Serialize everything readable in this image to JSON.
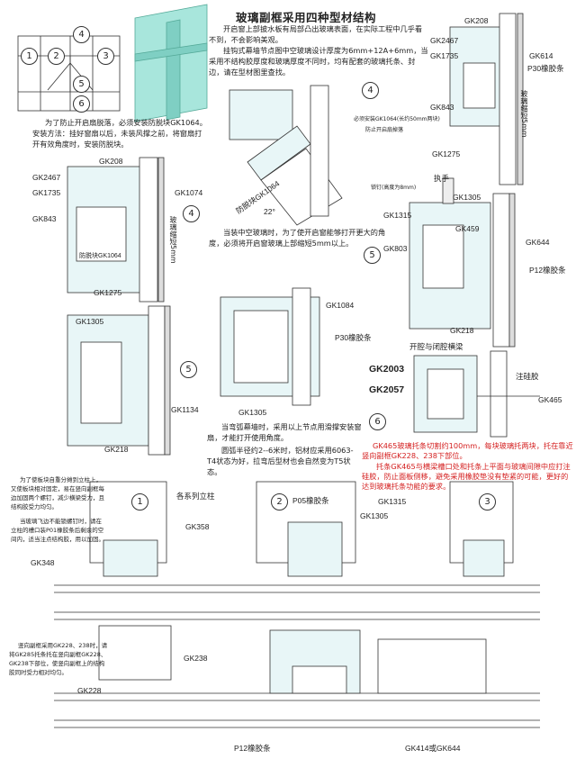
{
  "title": "玻璃副框采用四种型材结构",
  "notes": {
    "top_1": "开启窗上部披水板有局部凸出玻璃表面，在实际工程中几乎看不到，不会影响美观。",
    "top_2": "挂钩式幕墙节点图中空玻璃设计厚度为6mm+12A+6mm，当采用不结构胶厚度和玻璃厚度不同时，均有配套的玻璃托条、封边，请在型材图里查找。",
    "anti_drop": "为了防止开启扇脱落，必须安装防脱块GK1064。安装方法：挂好窗扇以后，未装风撑之前，将窗扇打开有效角度时，安装防脱块。",
    "glass_shorten": "当装中空玻璃时，为了使开启窗能够打开更大的角度，必须将开启窗玻璃上部缩短5mm以上。",
    "arc_wall": "当弯弧幕墙时，采用以上节点用滑撑安装窗扇，才能打开使用角度。",
    "arc_radius": "圆弧半径约2--6米时，铝材应采用6063-T4状态为好，拉弯后型材也会自然变为T5状态。",
    "gk465_1": "GK465玻璃托条切割约100mm，每块玻璃托两块，托在靠近竖向副框GK228、238下部位。",
    "gk465_2": "托条GK465与横梁槽口处和托条上平面与玻璃间隙中应打注硅胶，防止面板侧移，避免采用橡胶垫没有垫紧的可能，更好的达到玻璃托条功能的要求。",
    "board_weight": "为了使板块自重分摊到立柱上，又使板块相对固定，易在竖向副框每边加固两个螺钉，减少横梁受力，且结构胶受力均匀。",
    "no_screw": "当玻璃飞边不能锁螺钉时，请在立柱的槽口装P01橡胶条后剩余的空间内，适当注点结构胶，用以加固。",
    "vertical_frame": "竖向副框采用GK228、238时，请将GK285托条托在竖向副框GK228、GK238下部位，使竖向副框上的结构胶同时受力相对均匀。",
    "must_install": "必须安装GK1064(长约50mm两块)",
    "prevent_fall": "防止开启扇掉落",
    "lock_pin": "锁钉(高度为8mm)"
  },
  "labels": {
    "gk208_a": "GK208",
    "gk2467_a": "GK2467",
    "gk1735_a": "GK1735",
    "gk614": "GK614",
    "p30_a": "P30橡胶条",
    "gk843_a": "GK843",
    "gk1275_a": "GK1275",
    "shorten_a": "玻璃缩短5mm",
    "gk208_b": "GK208",
    "gk2467_b": "GK2467",
    "gk1735_b": "GK1735",
    "gk1074": "GK1074",
    "gk843_b": "GK843",
    "shorten_b": "玻璃缩短5mm",
    "antidrop_b": "防脱块GK1064",
    "gk1275_b": "GK1275",
    "antidrop_c": "防脱块GK1064",
    "angle": "22°",
    "handle": "执手",
    "gk1305_a": "GK1305",
    "gk1315_a": "GK1315",
    "gk459": "GK459",
    "gk803": "GK803",
    "gk644": "GK644",
    "p12_a": "P12橡胶条",
    "gk218_a": "GK218",
    "beam": "开腔与闭腔横梁",
    "gk2003": "GK2003",
    "gk2057": "GK2057",
    "silicone": "注硅胶",
    "gk465": "GK465",
    "gk1084": "GK1084",
    "p30_b": "P30橡胶条",
    "gk1305_b": "GK1305",
    "gk1305_c": "GK1305",
    "gk1134": "GK1134",
    "gk218_b": "GK218",
    "mullion": "各系列立柱",
    "gk358": "GK358",
    "gk348": "GK348",
    "p05": "P05橡胶条",
    "gk1315_b": "GK1315",
    "gk1305_d": "GK1305",
    "gk228": "GK228",
    "gk238": "GK238",
    "p12_b": "P12橡胶条",
    "gk414": "GK414或GK644"
  },
  "circles": {
    "c1": "1",
    "c2": "2",
    "c3": "3",
    "c4": "4",
    "c5": "5",
    "c6": "6",
    "d4a": "4",
    "d4b": "4",
    "d5a": "5",
    "d5b": "5",
    "d6": "6",
    "b1": "1",
    "b2": "2",
    "b3": "3"
  },
  "colors": {
    "profile": "#bfe3e6",
    "glass": "#a8e6dc",
    "line": "#333333",
    "note_red": "#d42020"
  }
}
